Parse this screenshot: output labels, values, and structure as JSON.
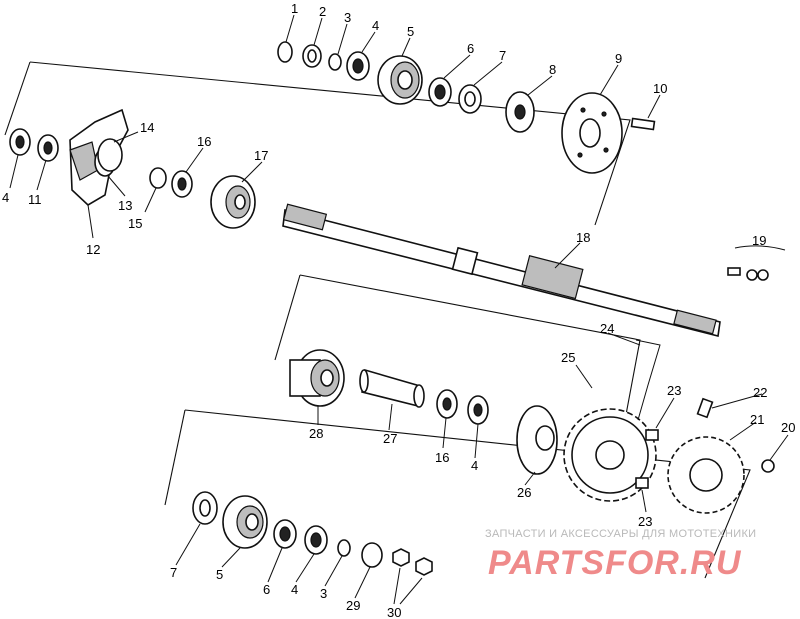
{
  "callouts": [
    "1",
    "2",
    "3",
    "4",
    "5",
    "6",
    "7",
    "8",
    "9",
    "10",
    "4",
    "11",
    "14",
    "16",
    "17",
    "13",
    "15",
    "12",
    "18",
    "19",
    "24",
    "25",
    "23",
    "22",
    "21",
    "20",
    "28",
    "27",
    "16",
    "4",
    "26",
    "23",
    "7",
    "5",
    "6",
    "4",
    "3",
    "29",
    "30"
  ],
  "watermark": {
    "caption": "ЗАПЧАСТИ И АКСЕССУАРЫ ДЛЯ МОТОТЕХНИКИ",
    "brand": "PARTSFOR.RU"
  }
}
